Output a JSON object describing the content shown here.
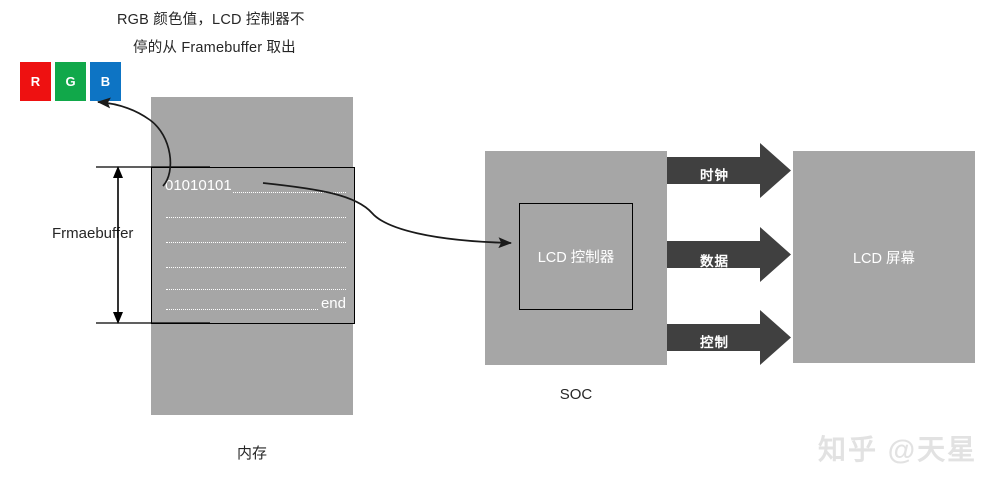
{
  "annotation": {
    "line1": "RGB 颜色值，LCD 控制器不",
    "line2": "停的从 Framebuffer 取出"
  },
  "rgb_swatches": [
    {
      "label": "R",
      "color": "#ee1111",
      "name": "red"
    },
    {
      "label": "G",
      "color": "#11a84a",
      "name": "green"
    },
    {
      "label": "B",
      "color": "#0d74c4",
      "name": "blue"
    }
  ],
  "memory": {
    "label": "内存",
    "fill": "#a6a6a6"
  },
  "framebuffer": {
    "dimension_label": "Frmaebuffer",
    "start_text": "01010101",
    "end_text": "end",
    "row_count": 6,
    "fill": "#a6a6a6",
    "border": "#000000"
  },
  "soc": {
    "label": "SOC",
    "fill": "#a6a6a6",
    "controller": {
      "label": "LCD 控制器"
    }
  },
  "screen": {
    "label": "LCD 屏幕",
    "fill": "#a6a6a6"
  },
  "signals": [
    {
      "label": "时钟",
      "name": "clock"
    },
    {
      "label": "数据",
      "name": "data"
    },
    {
      "label": "控制",
      "name": "control"
    }
  ],
  "signal_arrow_color": "#404040",
  "watermark": "知乎 @天星"
}
